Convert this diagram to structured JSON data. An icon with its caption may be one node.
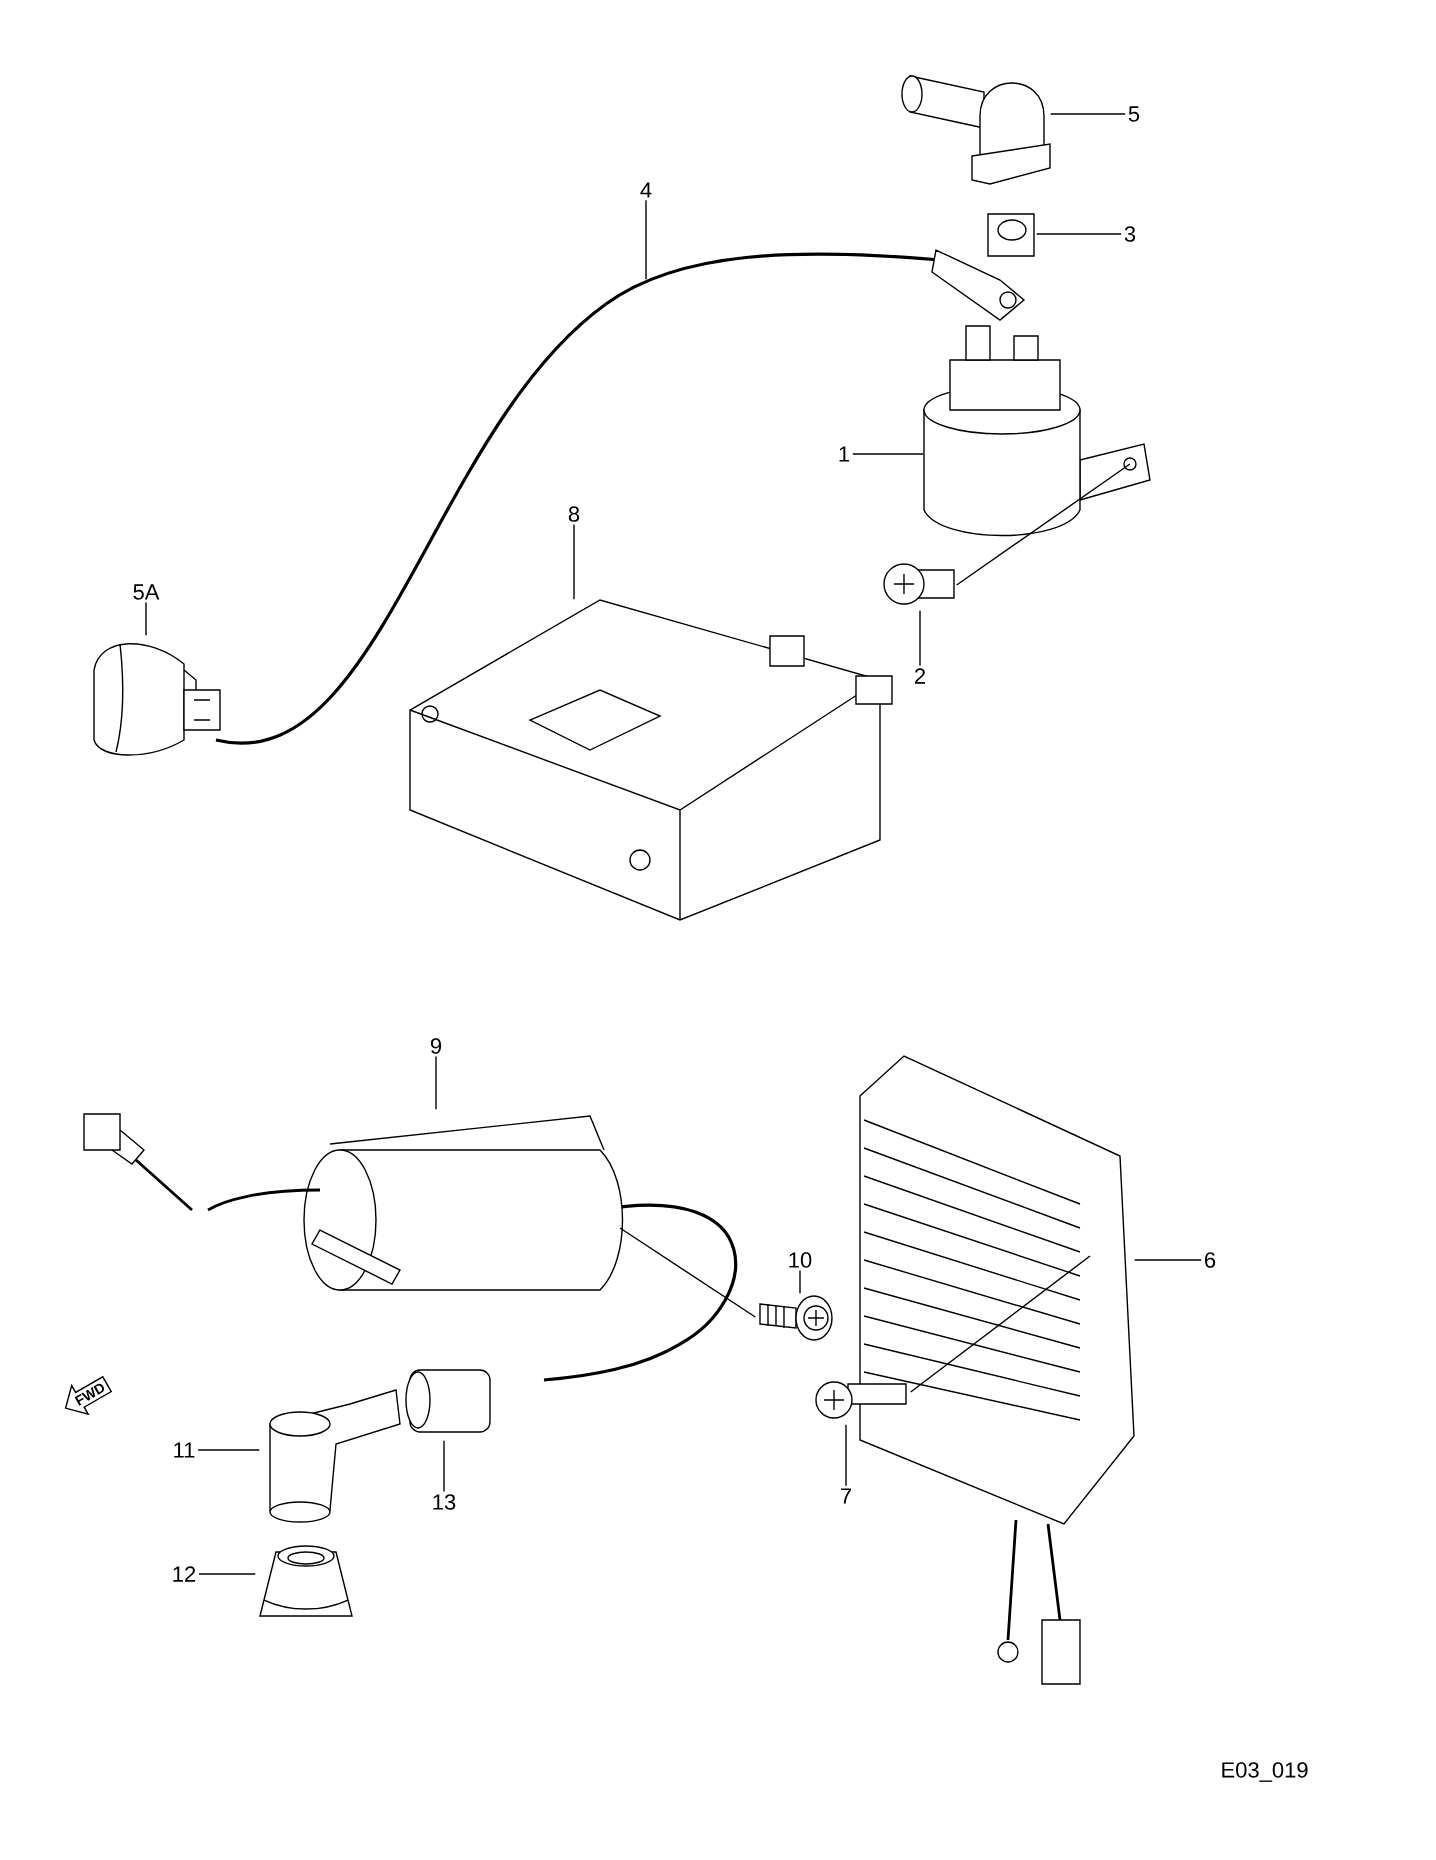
{
  "diagram": {
    "nodes": [
      {
        "text": [
          "1"
        ]
      },
      {
        "text": [
          "2"
        ]
      },
      {
        "text": [
          "3"
        ]
      },
      {
        "text": [
          "4"
        ]
      },
      {
        "text": [
          "5"
        ]
      },
      {
        "text": [
          "5A"
        ]
      },
      {
        "text": [
          "8"
        ]
      },
      {
        "text": [
          "9"
        ]
      },
      {
        "text": [
          "6"
        ]
      },
      {
        "text": [
          "10"
        ]
      },
      {
        "text": [
          "7"
        ]
      },
      {
        "text": [
          "11"
        ]
      },
      {
        "text": [
          "12"
        ]
      },
      {
        "text": [
          "13"
        ]
      },
      {
        "text": [],
        "shape": "picture"
      },
      {
        "text": [],
        "shape": "picture"
      },
      {
        "text": [],
        "shape": "picture"
      },
      {
        "text": [],
        "shape": "picture"
      },
      {
        "text": [],
        "shape": "picture"
      },
      {
        "text": [],
        "shape": "picture"
      },
      {
        "text": [],
        "shape": "picture"
      },
      {
        "text": [],
        "shape": "picture"
      },
      {
        "text": [],
        "shape": "picture"
      },
      {
        "text": [],
        "shape": "picture"
      },
      {
        "text": [],
        "shape": "picture"
      },
      {
        "text": [],
        "shape": "picture"
      },
      {
        "text": [],
        "shape": "picture"
      },
      {
        "text": [],
        "shape": "picture"
      }
    ],
    "edges": [
      {
        "from": 0,
        "to": 14,
        "arrow": "none"
      },
      {
        "from": 1,
        "to": 15,
        "arrow": "none"
      },
      {
        "from": 2,
        "to": 16,
        "arrow": "none"
      },
      {
        "from": 3,
        "to": 17,
        "arrow": "none"
      },
      {
        "from": 4,
        "to": 18,
        "arrow": "none"
      },
      {
        "from": 5,
        "to": 19,
        "arrow": "none"
      },
      {
        "from": 6,
        "to": 20,
        "arrow": "none"
      },
      {
        "from": 7,
        "to": 21,
        "arrow": "none"
      },
      {
        "from": 8,
        "to": 22,
        "arrow": "none"
      },
      {
        "from": 9,
        "to": 23,
        "arrow": "none"
      },
      {
        "from": 10,
        "to": 24,
        "arrow": "none"
      },
      {
        "from": 11,
        "to": 25,
        "arrow": "none"
      },
      {
        "from": 12,
        "to": 26,
        "arrow": "none"
      },
      {
        "from": 13,
        "to": 27,
        "arrow": "none"
      },
      {
        "from": 15,
        "to": 14,
        "arrow": "none"
      },
      {
        "from": 21,
        "to": 23,
        "arrow": "none"
      },
      {
        "from": 24,
        "to": 22,
        "arrow": "none"
      }
    ],
    "labels": [
      "FWD",
      "E03_019"
    ]
  }
}
